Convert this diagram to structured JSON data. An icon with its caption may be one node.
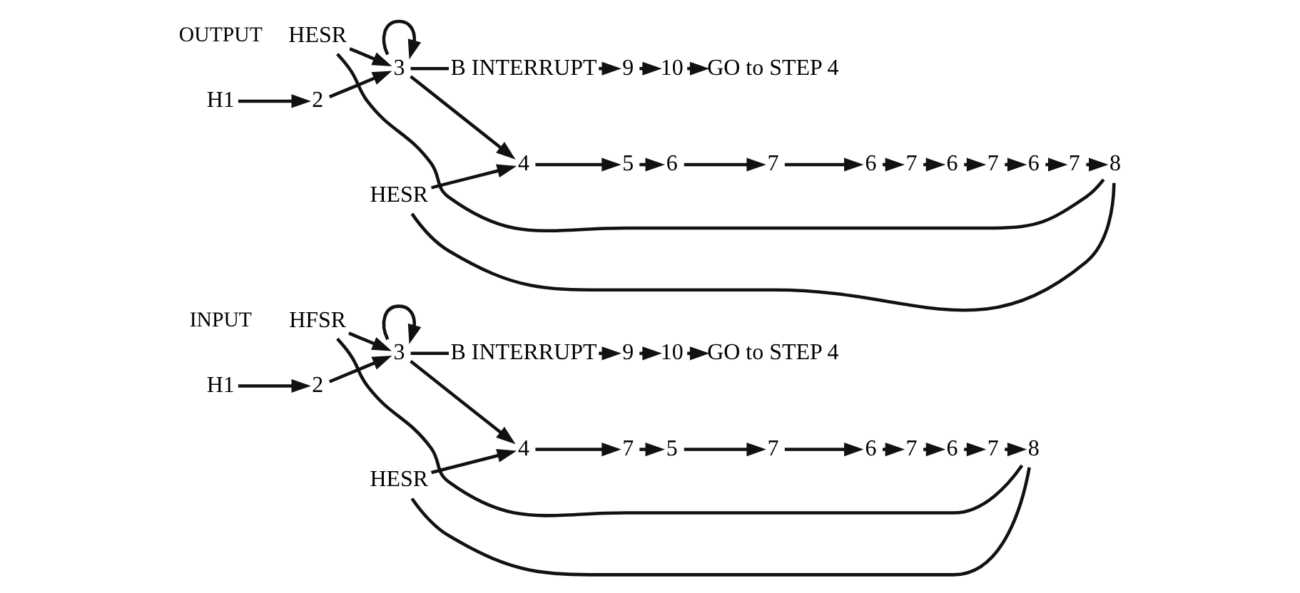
{
  "diagram": {
    "nodes": [
      {
        "text": [
          "HFSR"
        ]
      },
      {
        "text": [
          "HESR"
        ]
      },
      {
        "text": [
          "H1"
        ]
      },
      {
        "text": [
          "2"
        ]
      },
      {
        "text": [
          "3"
        ]
      },
      {
        "text": [
          "4"
        ]
      },
      {
        "text": [
          "7"
        ]
      },
      {
        "text": [
          "5"
        ]
      },
      {
        "text": [
          "7"
        ]
      },
      {
        "text": [
          "6"
        ]
      },
      {
        "text": [
          "7"
        ]
      },
      {
        "text": [
          "6"
        ]
      },
      {
        "text": [
          "7"
        ]
      },
      {
        "text": [
          "8"
        ]
      },
      {
        "text": [
          "B INTERRUPT"
        ]
      },
      {
        "text": [
          "9"
        ]
      },
      {
        "text": [
          "10"
        ]
      },
      {
        "text": [
          "GO to STEP 4"
        ]
      },
      {
        "text": [
          "HESR"
        ]
      },
      {
        "text": [
          "HESR"
        ]
      },
      {
        "text": [
          "H1"
        ]
      },
      {
        "text": [
          "2"
        ]
      },
      {
        "text": [
          "3"
        ]
      },
      {
        "text": [
          "4"
        ]
      },
      {
        "text": [
          "5"
        ]
      },
      {
        "text": [
          "6"
        ]
      },
      {
        "text": [
          "7"
        ]
      },
      {
        "text": [
          "6"
        ]
      },
      {
        "text": [
          "7"
        ]
      },
      {
        "text": [
          "6"
        ]
      },
      {
        "text": [
          "7"
        ]
      },
      {
        "text": [
          "6"
        ]
      },
      {
        "text": [
          "7"
        ]
      },
      {
        "text": [
          "8"
        ]
      },
      {
        "text": [
          "B INTERRUPT"
        ]
      },
      {
        "text": [
          "9"
        ]
      },
      {
        "text": [
          "10"
        ]
      },
      {
        "text": [
          "GO to STEP 4"
        ]
      }
    ],
    "edges": [
      {
        "from": 2,
        "to": 3,
        "arrow": "to"
      },
      {
        "from": 3,
        "to": 4,
        "arrow": "to"
      },
      {
        "from": 4,
        "to": 5,
        "arrow": "to"
      },
      {
        "from": 5,
        "to": 6,
        "arrow": "to"
      },
      {
        "from": 6,
        "to": 7,
        "arrow": "to"
      },
      {
        "from": 7,
        "to": 8,
        "arrow": "to"
      },
      {
        "from": 8,
        "to": 9,
        "arrow": "to"
      },
      {
        "from": 9,
        "to": 10,
        "arrow": "to"
      },
      {
        "from": 10,
        "to": 11,
        "arrow": "to"
      },
      {
        "from": 11,
        "to": 12,
        "arrow": "to"
      },
      {
        "from": 12,
        "to": 13,
        "arrow": "to"
      },
      {
        "from": 4,
        "to": 4,
        "arrow": "to"
      },
      {
        "from": 13,
        "to": 1,
        "arrow": "none"
      },
      {
        "from": 13,
        "to": 0,
        "arrow": "none"
      },
      {
        "from": 1,
        "to": 5,
        "arrow": "to"
      },
      {
        "from": 0,
        "to": 4,
        "arrow": "to"
      },
      {
        "from": 4,
        "to": 14,
        "arrow": "none"
      },
      {
        "from": 14,
        "to": 15,
        "arrow": "to"
      },
      {
        "from": 15,
        "to": 16,
        "arrow": "to"
      },
      {
        "from": 16,
        "to": 17,
        "arrow": "to"
      },
      {
        "from": 20,
        "to": 21,
        "arrow": "to"
      },
      {
        "from": 21,
        "to": 22,
        "arrow": "to"
      },
      {
        "from": 22,
        "to": 23,
        "arrow": "to"
      },
      {
        "from": 23,
        "to": 24,
        "arrow": "to"
      },
      {
        "from": 24,
        "to": 25,
        "arrow": "to"
      },
      {
        "from": 25,
        "to": 26,
        "arrow": "to"
      },
      {
        "from": 26,
        "to": 27,
        "arrow": "to"
      },
      {
        "from": 27,
        "to": 28,
        "arrow": "to"
      },
      {
        "from": 28,
        "to": 29,
        "arrow": "to"
      },
      {
        "from": 29,
        "to": 30,
        "arrow": "to"
      },
      {
        "from": 30,
        "to": 31,
        "arrow": "to"
      },
      {
        "from": 31,
        "to": 32,
        "arrow": "to"
      },
      {
        "from": 32,
        "to": 33,
        "arrow": "to"
      },
      {
        "from": 22,
        "to": 22,
        "arrow": "to"
      },
      {
        "from": 33,
        "to": 19,
        "arrow": "none"
      },
      {
        "from": 33,
        "to": 18,
        "arrow": "none"
      },
      {
        "from": 19,
        "to": 23,
        "arrow": "to"
      },
      {
        "from": 18,
        "to": 22,
        "arrow": "to"
      },
      {
        "from": 22,
        "to": 34,
        "arrow": "none"
      },
      {
        "from": 34,
        "to": 35,
        "arrow": "to"
      },
      {
        "from": 35,
        "to": 36,
        "arrow": "to"
      },
      {
        "from": 36,
        "to": 37,
        "arrow": "to"
      }
    ],
    "labels": [
      "INPUT",
      "OUTPUT"
    ]
  }
}
